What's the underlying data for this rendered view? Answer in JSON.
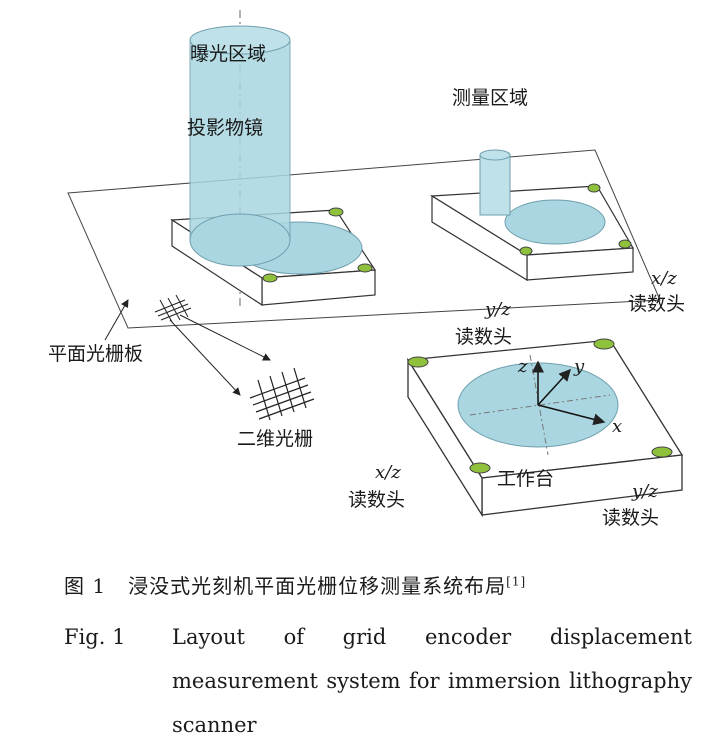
{
  "labels": {
    "exposure_area": "曝光区域",
    "projection_lens": "投影物镜",
    "measurement_area": "测量区域",
    "grating_plate": "平面光栅板",
    "grating_2d": "二维光栅",
    "workpiece_table": "工作台",
    "reading_head": "读数头",
    "xz_label": "x/z",
    "yz_label": "y/z",
    "axis_x": "x",
    "axis_y": "y",
    "axis_z": "z"
  },
  "caption": {
    "cn_prefix": "图 1",
    "cn_text": "浸没式光刻机平面光栅位移测量系统布局",
    "cn_ref": "[1]",
    "en_prefix": "Fig. 1",
    "en_text": "Layout of grid encoder displacement measurement system for immersion lithography scanner"
  },
  "colors": {
    "lens": "#a9d6e0",
    "lens_edge": "#6f9fae",
    "disk": "#a9d6e0",
    "sensor": "#8fc13c",
    "line": "#222222"
  }
}
